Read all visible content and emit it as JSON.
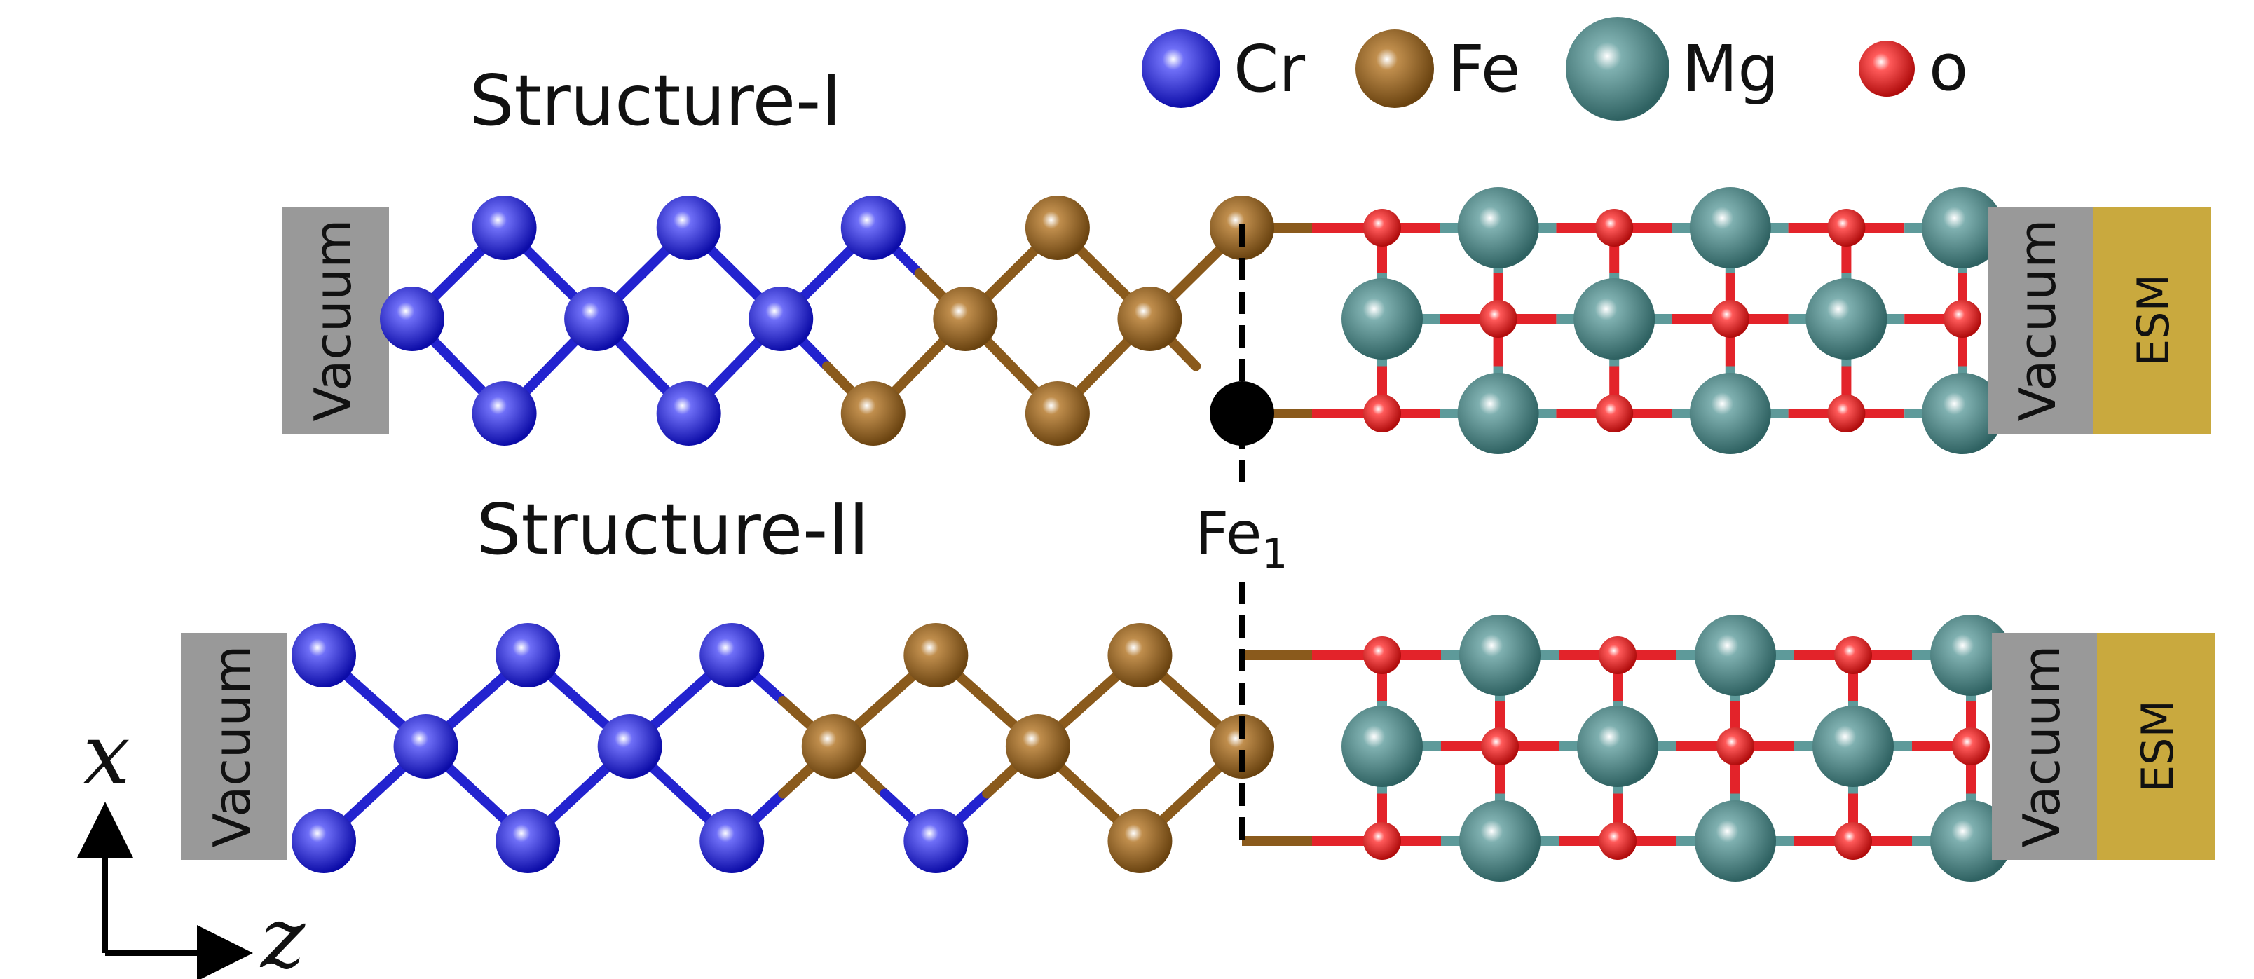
{
  "legend": {
    "items": [
      {
        "key": "cr",
        "label": "Cr",
        "color": "#1a1ad6"
      },
      {
        "key": "fe",
        "label": "Fe",
        "color": "#8a5a1c"
      },
      {
        "key": "mg",
        "label": "Mg",
        "color": "#3f7d7d"
      },
      {
        "key": "o",
        "label": "o",
        "color": "#e01a1a"
      }
    ]
  },
  "structures": [
    {
      "title": "Structure-I",
      "left_box": "Vacuum",
      "right_boxes": [
        "Vacuum",
        "ESM"
      ],
      "chain": [
        "cr",
        "cr",
        "cr",
        "cr",
        "cr",
        "cr",
        "cr",
        "cr",
        "fe",
        "fe",
        "fe",
        "fe",
        "fe",
        "fe"
      ]
    },
    {
      "title": "Structure-II",
      "left_box": "Vacuum",
      "right_boxes": [
        "Vacuum",
        "ESM"
      ],
      "chain": [
        "cr",
        "cr",
        "cr",
        "cr",
        "cr",
        "cr",
        "cr",
        "cr",
        "fe",
        "fe",
        "cr",
        "fe",
        "fe",
        "fe",
        "fe"
      ]
    }
  ],
  "interface_label": {
    "main": "Fe",
    "sub": "1"
  },
  "axes": {
    "vertical": "x",
    "horizontal": "z"
  },
  "colors": {
    "vacuum_box": "#999999",
    "esm_box": "#c9a93e",
    "cr_bond": "#2323cf",
    "fe_bond": "#8a5a1c",
    "o_bond": "#e3232a",
    "mg_bond": "#5e9a9a"
  }
}
